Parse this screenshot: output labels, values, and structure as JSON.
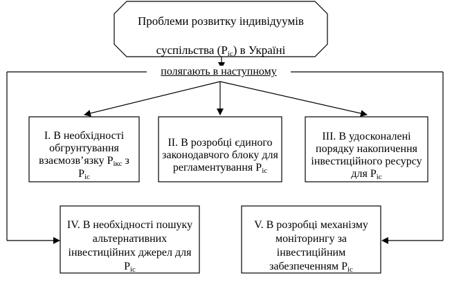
{
  "title": {
    "line1": "Проблеми розвитку індивідуумів",
    "line2_prefix": "суспільства (P",
    "line2_sub": "іс",
    "line2_suffix": ") в Україні"
  },
  "connector_label": "полягають в наступному",
  "boxes": [
    {
      "prefix": "I. В необхідності обгрунтування взаємозв’язку P",
      "sub": "ікс",
      "middle": " з P",
      "sub2": "іс",
      "suffix": ""
    },
    {
      "prefix": "II. В розробці єдиного законодавчого блоку для регламентування P",
      "sub": "іс",
      "suffix": ""
    },
    {
      "prefix": "III. В удосконалені порядку накопичення інвестиційного ресурсу для P",
      "sub": "іс",
      "suffix": ""
    },
    {
      "prefix": "IV. В необхідності пошуку альтернативних інвестиційних джерел для P",
      "sub": "іс",
      "suffix": ""
    },
    {
      "prefix": "V. В розробці механізму моніторингу за інвестиційним забезпеченням P",
      "sub": "іс",
      "suffix": ""
    }
  ]
}
